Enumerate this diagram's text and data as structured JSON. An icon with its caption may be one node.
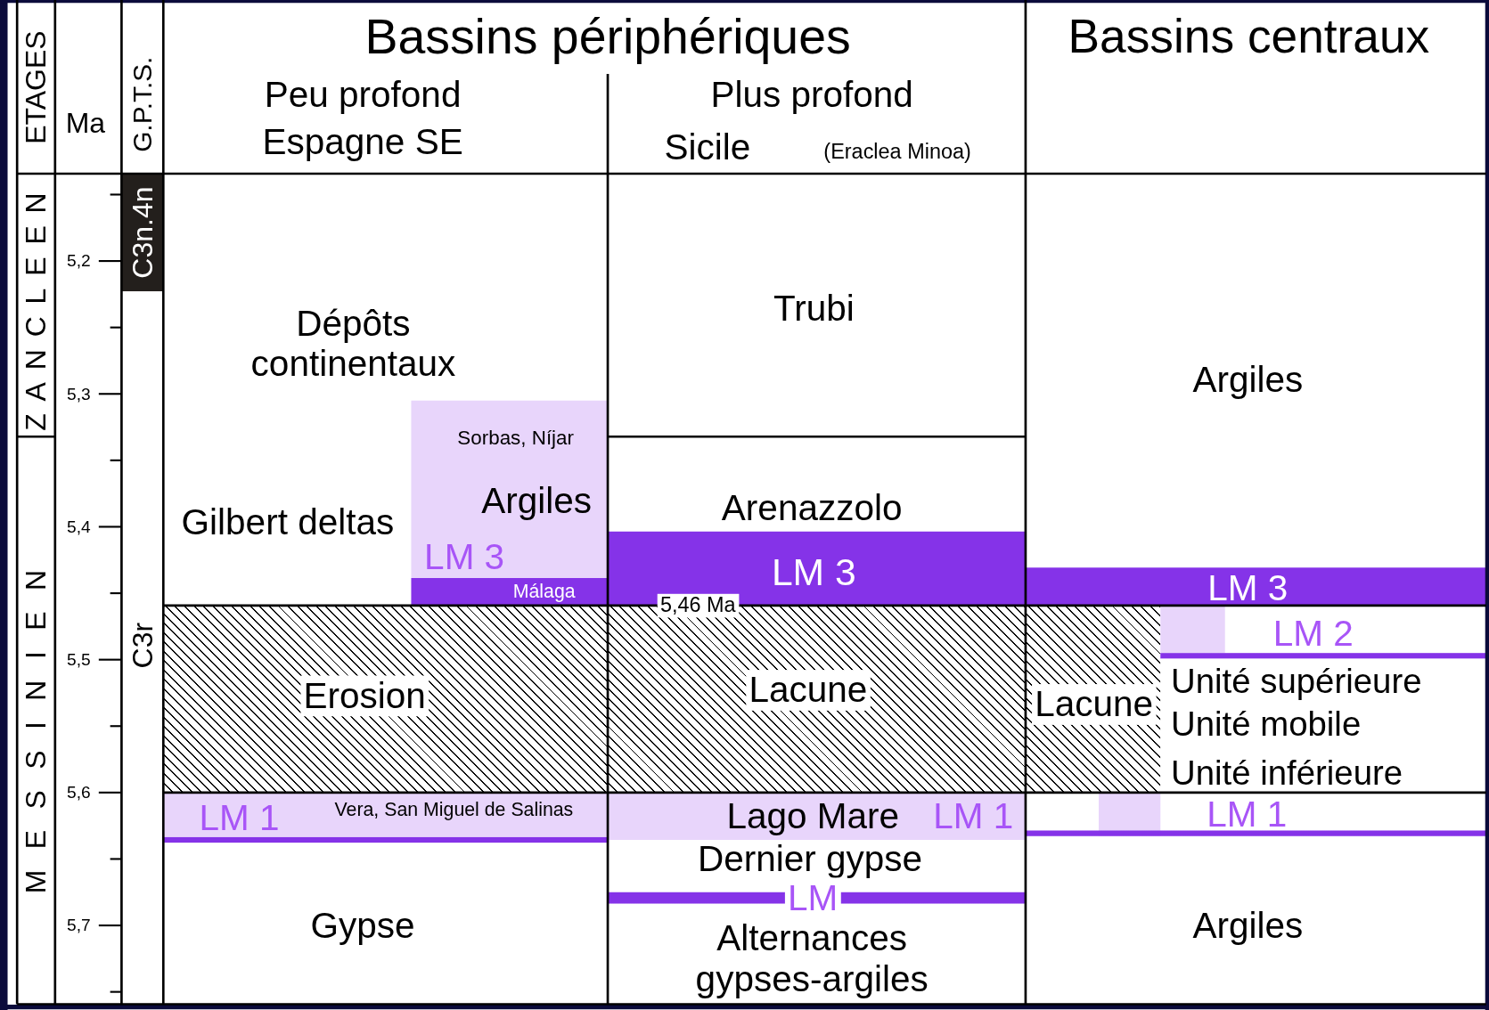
{
  "diagram": {
    "nodes": [
      {
        "text": [
          "ZANCLEEN"
        ]
      },
      {
        "text": [
          "MESSINIEN"
        ]
      },
      {
        "text": [
          "C3n.4n"
        ]
      },
      {
        "text": [
          "C3r"
        ]
      },
      {
        "text": [
          "Dépôts continentaux",
          "Gilbert deltas"
        ]
      },
      {
        "text": [
          "Sorbas, Níjar",
          "Argiles",
          "LM 3"
        ],
        "in": 4
      },
      {
        "text": [
          "Málaga"
        ],
        "in": 4
      },
      {
        "text": [
          "Erosion"
        ]
      },
      {
        "text": [
          "LM 1",
          "Vera, San Miguel de Salinas"
        ]
      },
      {
        "text": [
          "Gypse"
        ]
      },
      {
        "text": [
          "Trubi"
        ]
      },
      {
        "text": [
          "Arenazzolo"
        ]
      },
      {
        "text": [
          "LM 3"
        ]
      },
      {
        "text": [
          "Lacune"
        ]
      },
      {
        "text": [
          "Lago Mare",
          "LM 1"
        ]
      },
      {
        "text": [
          "Dernier gypse"
        ]
      },
      {
        "text": [
          "LM"
        ]
      },
      {
        "text": [
          "Alternances gypses-argiles"
        ]
      },
      {
        "text": [
          "Argiles"
        ]
      },
      {
        "text": [
          "LM 3"
        ]
      },
      {
        "text": [
          "Lacune"
        ]
      },
      {
        "text": [
          "LM 2"
        ]
      },
      {
        "text": [
          "Unité supérieure",
          "Unité mobile",
          "Unité inférieure"
        ]
      },
      {
        "text": [
          "LM 1"
        ]
      },
      {
        "text": [
          "Argiles"
        ]
      }
    ],
    "labels": [
      "ETAGES",
      "Ma",
      "G.P.T.S.",
      "Bassins périphériques",
      "Bassins centraux",
      "Peu profond",
      "Espagne SE",
      "Plus profond",
      "Sicile",
      "(Eraclea Minoa)",
      "5,2",
      "5,3",
      "5,4",
      "5,46 Ma",
      "5,5",
      "5,6",
      "5,7"
    ]
  }
}
